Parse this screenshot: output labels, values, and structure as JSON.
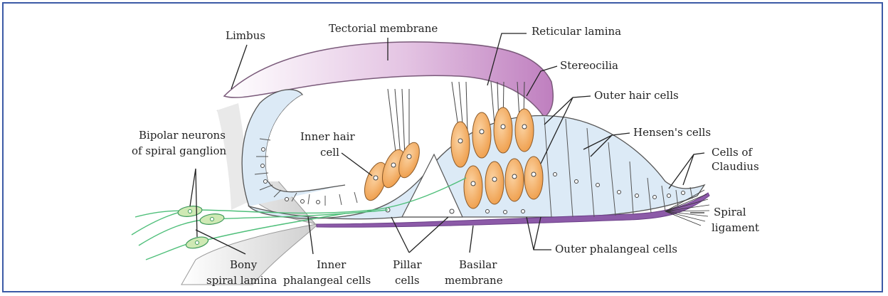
{
  "diagram": {
    "labels": {
      "limbus": "Limbus",
      "tectorial_membrane": "Tectorial membrane",
      "reticular_lamina": "Reticular lamina",
      "stereocilia": "Stereocilia",
      "outer_hair_cells": "Outer hair cells",
      "hensens_cells": "Hensen's cells",
      "cells_of_claudius_1": "Cells of",
      "cells_of_claudius_2": "Claudius",
      "bipolar_neurons_1": "Bipolar neurons",
      "bipolar_neurons_2": "of spiral ganglion",
      "inner_hair_cell_1": "Inner hair",
      "inner_hair_cell_2": "cell",
      "spiral_ligament_1": "Spiral",
      "spiral_ligament_2": "ligament",
      "outer_phalangeal_cells": "Outer phalangeal cells",
      "bony_spiral_lamina_1": "Bony",
      "bony_spiral_lamina_2": "spiral lamina",
      "inner_phalangeal_cells_1": "Inner",
      "inner_phalangeal_cells_2": "phalangeal cells",
      "pillar_cells_1": "Pillar",
      "pillar_cells_2": "cells",
      "basilar_membrane_1": "Basilar",
      "basilar_membrane_2": "membrane"
    },
    "colors": {
      "frame": "#3b5aa6",
      "tectorial": "#c98ec8",
      "support_cells": "#dceaf6",
      "hair_cells": "#f3a95a",
      "neurons": "#4fbf7a",
      "basilar": "#8c5aa8",
      "bone": "#d8d8d8"
    }
  }
}
